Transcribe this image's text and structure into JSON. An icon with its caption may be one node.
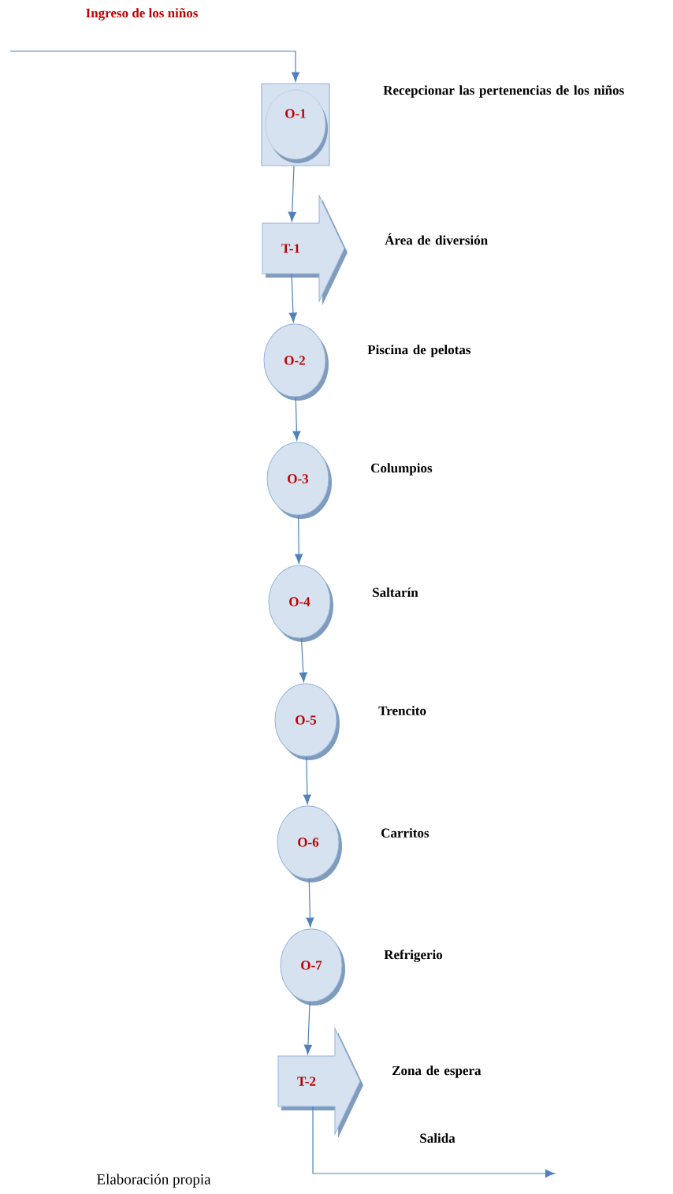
{
  "diagram": {
    "caption": "Elaboración propia",
    "nodes": [
      {
        "text": [
          "O-1"
        ],
        "beside": [
          "Recepcionar las pertenencias de los niños"
        ]
      },
      {
        "text": [
          "T-1"
        ],
        "beside": [
          "Área de diversión"
        ]
      },
      {
        "text": [
          "O-2"
        ],
        "beside": [
          "Piscina de pelotas"
        ]
      },
      {
        "text": [
          "O-3"
        ],
        "beside": [
          "Columpios"
        ]
      },
      {
        "text": [
          "O-4"
        ],
        "beside": [
          "Saltarín"
        ]
      },
      {
        "text": [
          "O-5"
        ],
        "beside": [
          "Trencito"
        ]
      },
      {
        "text": [
          "O-6"
        ],
        "beside": [
          "Carritos"
        ]
      },
      {
        "text": [
          "O-7"
        ],
        "beside": [
          "Refrigerio"
        ]
      },
      {
        "text": [
          "T-2"
        ],
        "beside": [
          "Zona de espera"
        ]
      }
    ],
    "edges": [
      {
        "from": null,
        "to": 0,
        "arrow": "to"
      },
      {
        "from": 0,
        "to": 1,
        "arrow": "to"
      },
      {
        "from": 1,
        "to": 2,
        "arrow": "to"
      },
      {
        "from": 2,
        "to": 3,
        "arrow": "to"
      },
      {
        "from": 3,
        "to": 4,
        "arrow": "to"
      },
      {
        "from": 4,
        "to": 5,
        "arrow": "to"
      },
      {
        "from": 5,
        "to": 6,
        "arrow": "to"
      },
      {
        "from": 6,
        "to": 7,
        "arrow": "to"
      },
      {
        "from": 7,
        "to": 8,
        "arrow": "to"
      },
      {
        "from": 8,
        "to": null,
        "arrow": "to"
      }
    ],
    "labels": [
      "Ingreso de los niños",
      "Salida"
    ]
  }
}
